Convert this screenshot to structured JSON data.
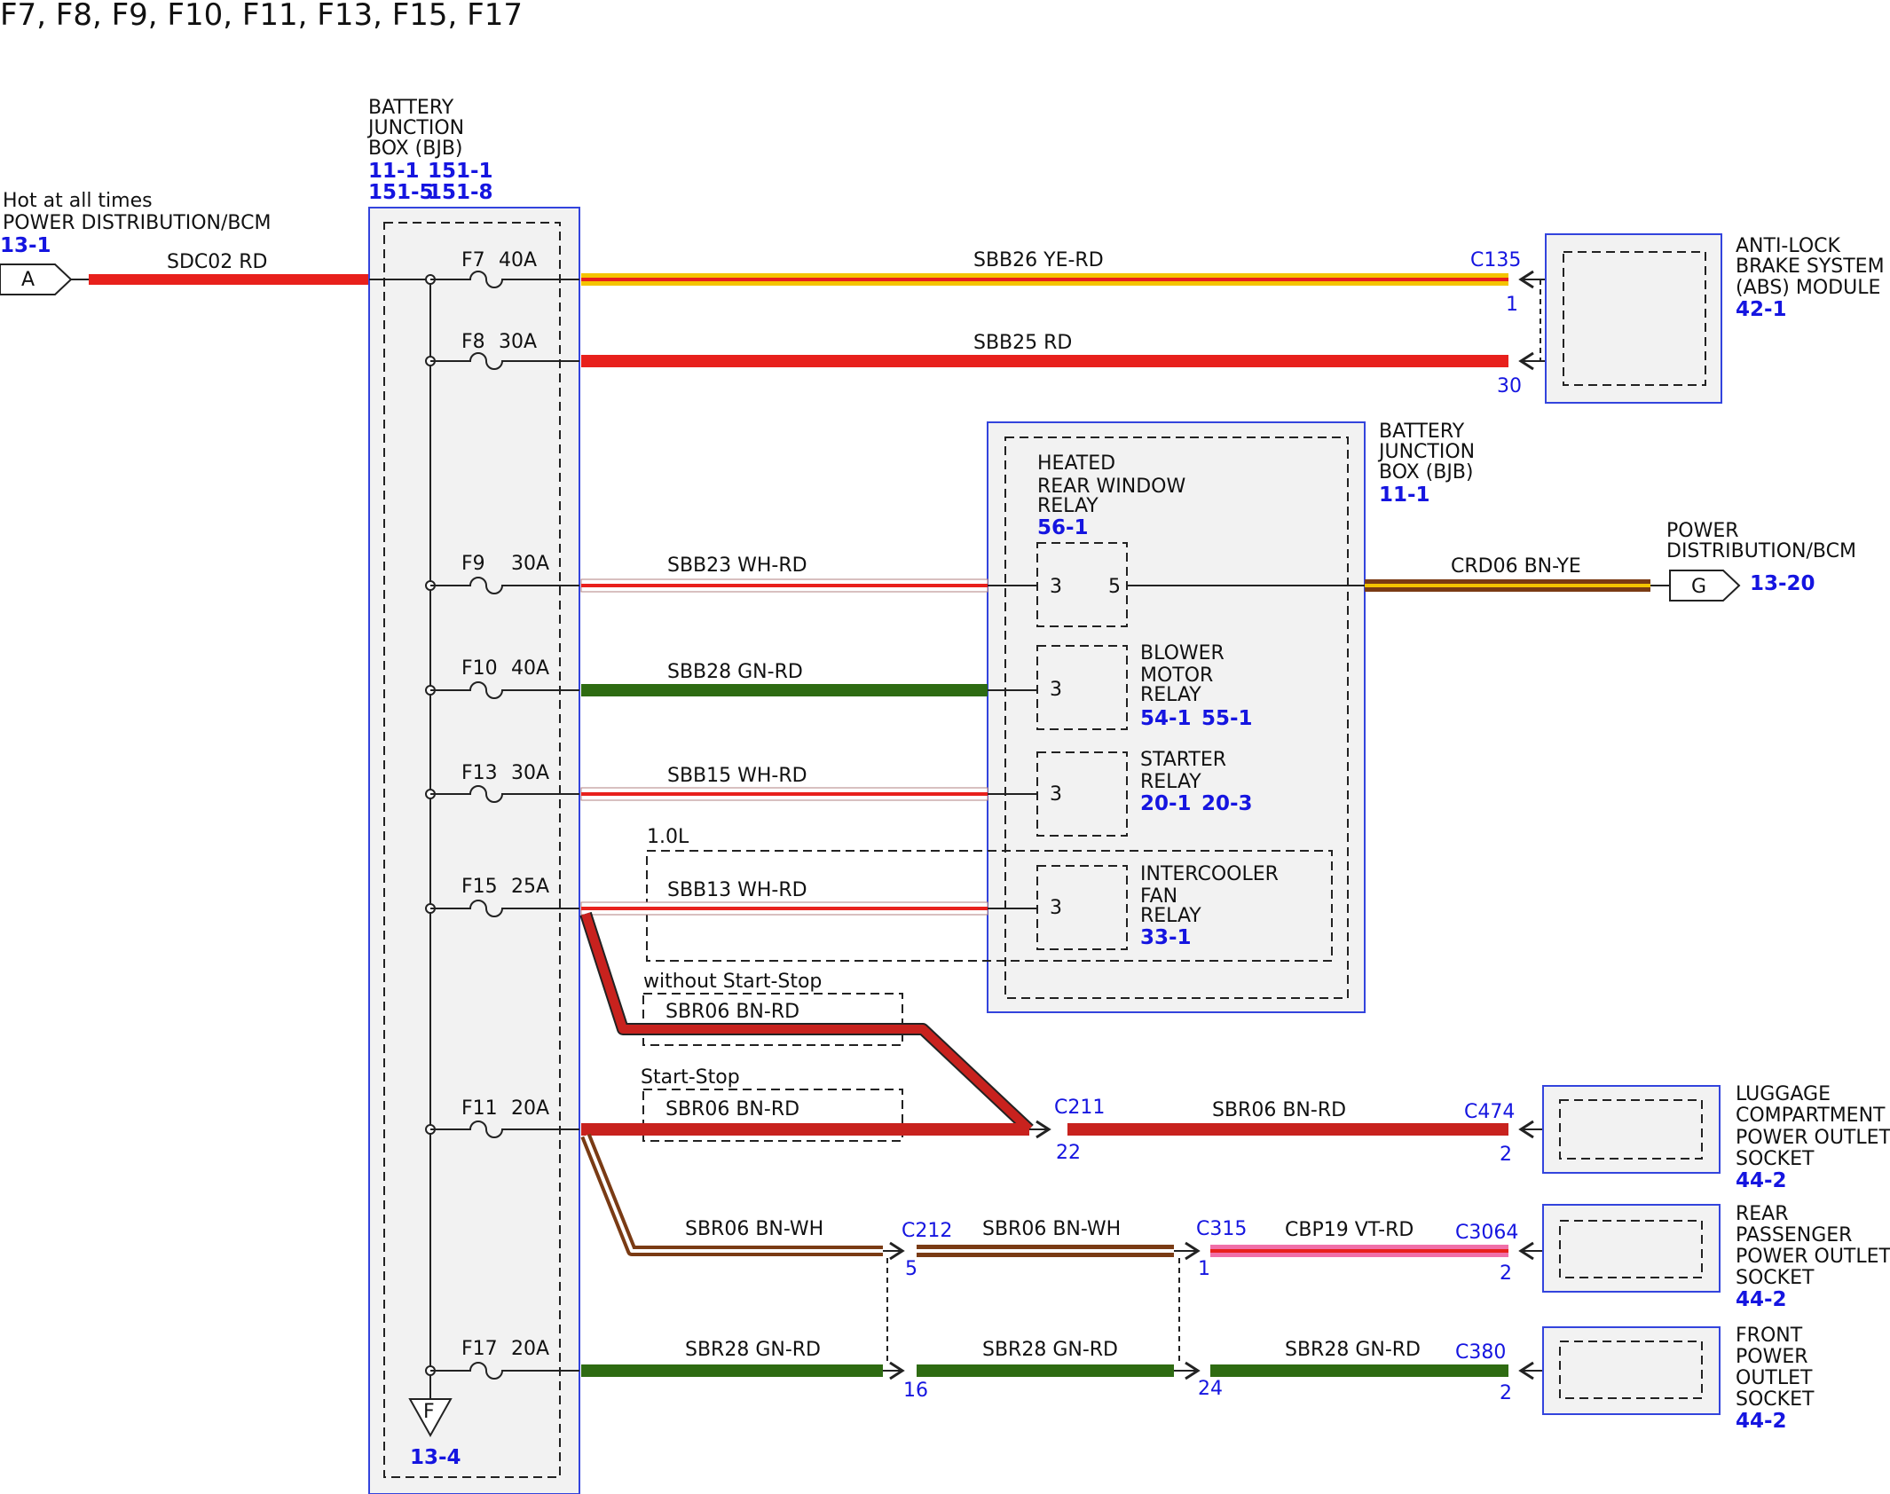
{
  "page_title": "F7, F8, F9, F10, F11, F13, F15, F17",
  "colors": {
    "red": "#e8201c",
    "dark_red": "#c8221e",
    "yellow": "#f4c400",
    "green": "#2e6b12",
    "white": "#ffffff",
    "brown": "#7a3b14",
    "violet_pink": "#f06fa8",
    "blue_ref": "#1515e0",
    "box_fill": "#f2f2f2",
    "box_border": "#3344dd"
  },
  "source": {
    "line1": "Hot at all times",
    "line2": "POWER DISTRIBUTION/BCM",
    "ref": "13-1",
    "connector": "A",
    "wire": "SDC02  RD"
  },
  "bjb_main": {
    "title1": "BATTERY",
    "title2": "JUNCTION",
    "title3": "BOX (BJB)",
    "refs_row1a": "11-1",
    "refs_row1b": "151-1",
    "refs_row2a": "151-5",
    "refs_row2b": "151-8",
    "ground_symbol": "F",
    "ground_ref": "13-4"
  },
  "fuses": [
    {
      "name": "F7",
      "rating": "40A"
    },
    {
      "name": "F8",
      "rating": "30A"
    },
    {
      "name": "F9",
      "rating": "30A"
    },
    {
      "name": "F10",
      "rating": "40A"
    },
    {
      "name": "F13",
      "rating": "30A"
    },
    {
      "name": "F15",
      "rating": "25A"
    },
    {
      "name": "F11",
      "rating": "20A"
    },
    {
      "name": "F17",
      "rating": "20A"
    }
  ],
  "wires": {
    "f7": "SBB26  YE-RD",
    "f8": "SBB25  RD",
    "f9": "SBB23  WH-RD",
    "f10": "SBB28  GN-RD",
    "f13": "SBB15  WH-RD",
    "f15": "SBB13  WH-RD",
    "f15_option": "1.0L",
    "no_ss_label": "without Start-Stop",
    "no_ss_wire": "SBR06  BN-RD",
    "ss_label": "Start-Stop",
    "ss_wire": "SBR06  BN-RD",
    "f11_right": "SBR06  BN-RD",
    "rear_seg1": "SBR06  BN-WH",
    "rear_seg2": "SBR06  BN-WH",
    "rear_seg3": "CBP19  VT-RD",
    "front_seg1": "SBR28  GN-RD",
    "front_seg2": "SBR28  GN-RD",
    "front_seg3": "SBR28  GN-RD",
    "crd06": "CRD06  BN-YE"
  },
  "connectors": {
    "c135": "C135",
    "c135_pin1": "1",
    "c135_pin2": "30",
    "c211": "C211",
    "c211_pin": "22",
    "c474": "C474",
    "c474_pin": "2",
    "c212": "C212",
    "c212_pin_a": "5",
    "c212_pin_b": "16",
    "c315": "C315",
    "c315_pin_a": "1",
    "c315_pin_b": "24",
    "c3064": "C3064",
    "c3064_pin": "2",
    "c380": "C380",
    "c380_pin": "2"
  },
  "abs_module": {
    "line1": "ANTI-LOCK",
    "line2": "BRAKE SYSTEM",
    "line3": "(ABS) MODULE",
    "ref": "42-1"
  },
  "bjb_relays": {
    "title1": "BATTERY",
    "title2": "JUNCTION",
    "title3": "BOX (BJB)",
    "ref": "11-1",
    "hrw": {
      "l1": "HEATED",
      "l2": "REAR WINDOW",
      "l3": "RELAY",
      "ref": "56-1",
      "pin3": "3",
      "pin5": "5"
    },
    "blower": {
      "l1": "BLOWER",
      "l2": "MOTOR",
      "l3": "RELAY",
      "ref1": "54-1",
      "ref2": "55-1",
      "pin": "3"
    },
    "starter": {
      "l1": "STARTER",
      "l2": "RELAY",
      "ref1": "20-1",
      "ref2": "20-3",
      "pin": "3"
    },
    "intercooler": {
      "l1": "INTERCOOLER",
      "l2": "FAN",
      "l3": "RELAY",
      "ref": "33-1",
      "pin": "3"
    }
  },
  "power_dist_g": {
    "line1": "POWER",
    "line2": "DISTRIBUTION/BCM",
    "connector": "G",
    "ref": "13-20"
  },
  "sockets": {
    "luggage": {
      "l1": "LUGGAGE",
      "l2": "COMPARTMENT",
      "l3": "POWER OUTLET",
      "l4": "SOCKET",
      "ref": "44-2"
    },
    "rear": {
      "l1": "REAR",
      "l2": "PASSENGER",
      "l3": "POWER OUTLET",
      "l4": "SOCKET",
      "ref": "44-2"
    },
    "front": {
      "l1": "FRONT",
      "l2": "POWER",
      "l3": "OUTLET",
      "l4": "SOCKET",
      "ref": "44-2"
    }
  }
}
